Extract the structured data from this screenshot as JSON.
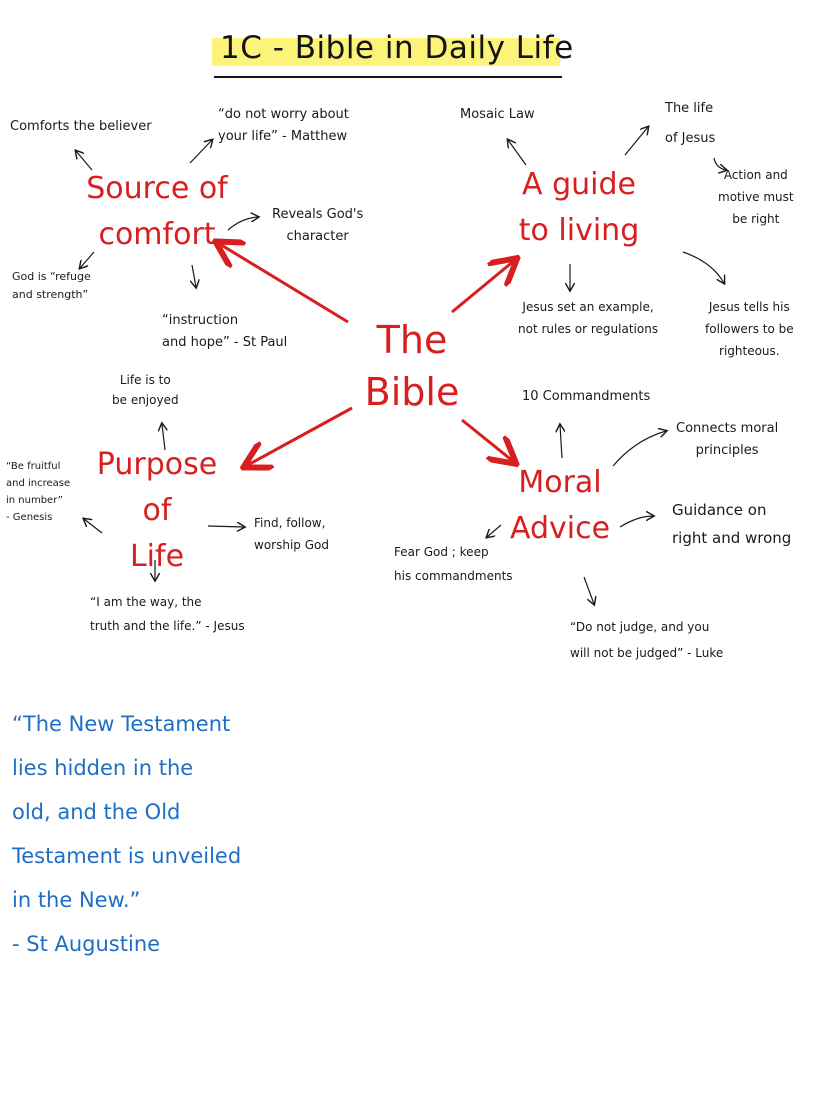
{
  "title": "1C - Bible in Daily Life",
  "colors": {
    "topic": "#d81e1e",
    "note": "#1a1a1a",
    "quote": "#1e6fc4",
    "highlight": "#fbf37a"
  },
  "center": {
    "label": "The\nBible"
  },
  "topics": {
    "source_of_comfort": {
      "label": "Source of\ncomfort",
      "notes": [
        "Comforts the believer",
        "“do not worry about\nyour life” - Matthew",
        "Reveals God's\ncharacter",
        "God is “refuge\nand strength”",
        "“instruction\nand hope” - St Paul"
      ]
    },
    "guide_to_living": {
      "label": "A guide\nto living",
      "notes": [
        "Mosaic Law",
        "The life\nof Jesus",
        "Action and\nmotive must\nbe right",
        "Jesus set an example,\nnot rules or regulations",
        "Jesus tells his\nfollowers to be\nrighteous."
      ]
    },
    "purpose_of_life": {
      "label": "Purpose of\nLife",
      "notes": [
        "Life is to\nbe enjoyed",
        "“Be fruitful\nand increase\nin number”\n- Genesis",
        "Find, follow,\nworship God",
        "“I am the way, the\ntruth and the life.” - Jesus"
      ]
    },
    "moral_advice": {
      "label": "Moral\nAdvice",
      "notes": [
        "10 Commandments",
        "Connects moral\nprinciples",
        "Guidance on\nright and wrong",
        "Fear God ; keep\nhis commandments",
        "“Do not judge, and you\nwill not be judged” - Luke"
      ]
    }
  },
  "quote": {
    "text": "“The New Testament\nlies hidden in the\nold, and the Old\nTestament is unveiled\nin the New.”\n- St Augustine"
  }
}
